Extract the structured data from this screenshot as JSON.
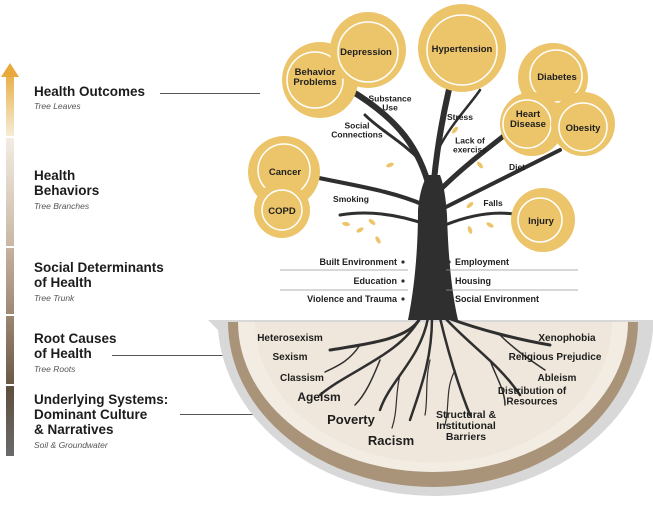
{
  "levels": [
    {
      "title": "Health Outcomes",
      "subtitle": "Tree Leaves"
    },
    {
      "title": "Health\nBehaviors",
      "subtitle": "Tree Branches"
    },
    {
      "title": "Social Determinants\nof Health",
      "subtitle": "Tree Trunk"
    },
    {
      "title": "Root Causes\nof Health",
      "subtitle": "Tree Roots"
    },
    {
      "title": "Underlying Systems:\nDominant Culture\n& Narratives",
      "subtitle": "Soil & Groundwater"
    }
  ],
  "outcomes": [
    "Depression",
    "Behavior\nProblems",
    "Hypertension",
    "Diabetes",
    "Heart\nDisease",
    "Obesity",
    "Cancer",
    "COPD",
    "Injury"
  ],
  "behaviors": [
    "Substance\nUse",
    "Stress",
    "Social\nConnections",
    "Lack of\nexercise",
    "Diet",
    "Smoking",
    "Falls"
  ],
  "social_determinants": {
    "left": [
      "Built Environment",
      "Education",
      "Violence and Trauma"
    ],
    "right": [
      "Employment",
      "Housing",
      "Social Environment"
    ]
  },
  "root_causes": [
    "Heterosexism",
    "Sexism",
    "Classism",
    "Ageism",
    "Poverty",
    "Racism",
    "Structural &\nInstitutional\nBarriers",
    "Distribution of\nResources",
    "Ableism",
    "Religious Prejudice",
    "Xenophobia"
  ],
  "colors": {
    "leaf": "#ecc56b",
    "leaf_light": "#f3d78f",
    "trunk": "#2f2f2f",
    "soil_outer": "#d6d6d6",
    "soil_mid": "#b39e86",
    "soil_inner": "#f2ece4",
    "gradient_top": "#e8a53a"
  }
}
